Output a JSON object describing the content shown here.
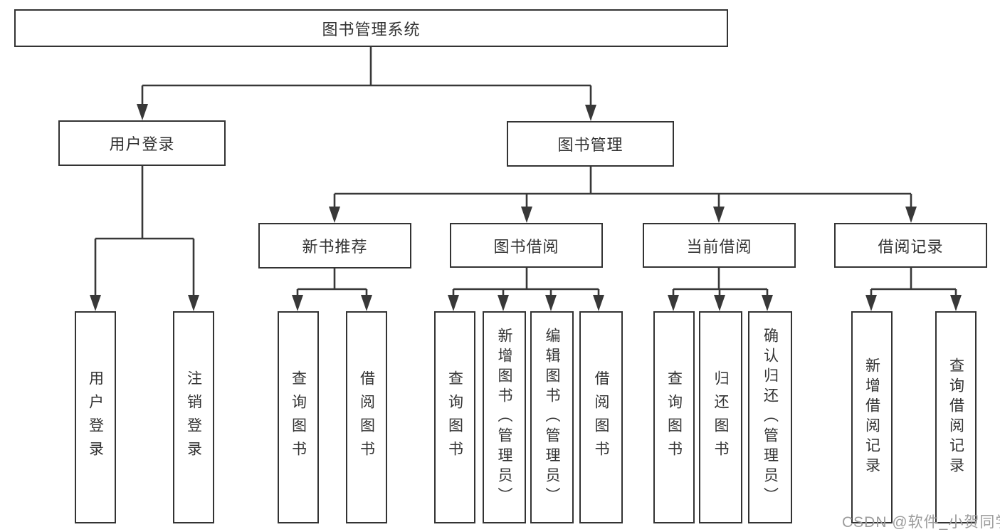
{
  "diagram": {
    "type": "hierarchy-tree",
    "orientation": "top-down",
    "colors": {
      "line": "#383838",
      "box_border": "#333333",
      "text": "#333333",
      "background": "#ffffff",
      "watermark": "#9c9c9c"
    },
    "tree": {
      "root": {
        "label": "图书管理系统"
      },
      "children": [
        {
          "label": "用户登录",
          "children": [
            {
              "label": "用户登录"
            },
            {
              "label": "注销登录"
            }
          ]
        },
        {
          "label": "图书管理",
          "children": [
            {
              "label": "新书推荐",
              "children": [
                {
                  "label": "查询图书"
                },
                {
                  "label": "借阅图书"
                }
              ]
            },
            {
              "label": "图书借阅",
              "children": [
                {
                  "label": "查询图书"
                },
                {
                  "label": "新增图书（管理员）"
                },
                {
                  "label": "编辑图书（管理员）"
                },
                {
                  "label": "借阅图书"
                }
              ]
            },
            {
              "label": "当前借阅",
              "children": [
                {
                  "label": "查询图书"
                },
                {
                  "label": "归还图书"
                },
                {
                  "label": "确认归还（管理员）"
                }
              ]
            },
            {
              "label": "借阅记录",
              "children": [
                {
                  "label": "新增借阅记录"
                },
                {
                  "label": "查询借阅记录"
                }
              ]
            }
          ]
        }
      ]
    },
    "watermark": {
      "text": "CSDN @软件_小贺同学"
    }
  }
}
